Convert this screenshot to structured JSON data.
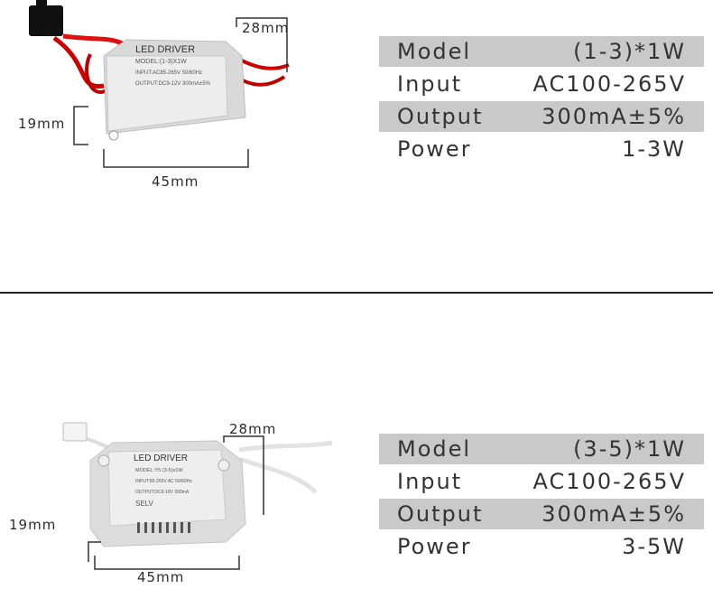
{
  "products": [
    {
      "label_text": {
        "brand": "LED DRIVER",
        "model": "MODEL:(1-3)X1W",
        "input": "INPUT:AC85-265V 50/60Hz",
        "output": "OUTPUT:DC9-12V 300mA±5%"
      },
      "dimensions": {
        "length": "28mm",
        "height": "19mm",
        "width": "45mm"
      },
      "specs": [
        {
          "key": "Model",
          "value": "(1-3)*1W"
        },
        {
          "key": "Input",
          "value": "AC100-265V"
        },
        {
          "key": "Output",
          "value": "300mA±5%"
        },
        {
          "key": "Power",
          "value": "1-3W"
        }
      ]
    },
    {
      "label_text": {
        "brand": "LED DRIVER",
        "model": "MODEL:YS (3-5)x1W",
        "input": "INPUT:85-265V AC 50/60Hz",
        "output": "OUTPUT:DC9-18V 300mA",
        "selv": "SELV"
      },
      "dimensions": {
        "length": "28mm",
        "height": "19mm",
        "width": "45mm"
      },
      "specs": [
        {
          "key": "Model",
          "value": "(3-5)*1W"
        },
        {
          "key": "Input",
          "value": "AC100-265V"
        },
        {
          "key": "Output",
          "value": "300mA±5%"
        },
        {
          "key": "Power",
          "value": "3-5W"
        }
      ]
    }
  ]
}
